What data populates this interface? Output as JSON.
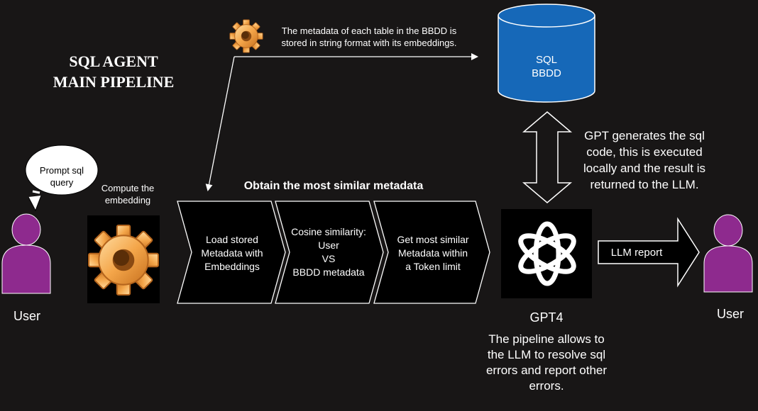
{
  "title": {
    "line1": "SQL AGENT",
    "line2": "MAIN PIPELINE"
  },
  "metadata_note": {
    "line1": "The metadata of each table in the BBDD is",
    "line2": "stored in string format with its  embeddings."
  },
  "database": {
    "line1": "SQL",
    "line2": "BBDD",
    "icon": "database-cylinder-icon",
    "color": "#1668b8"
  },
  "gpt_note": {
    "line1": "GPT generates the sql",
    "line2": "code, this is executed",
    "line3": "locally and the result is",
    "line4": "returned to the LLM."
  },
  "user_left": {
    "bubble_line1": "Prompt sql",
    "bubble_line2": "query",
    "label": "User",
    "icon": "user-icon",
    "color": "#8e2a8e"
  },
  "embedding": {
    "line1": "Compute the",
    "line2": "embedding",
    "icon": "gear-icon"
  },
  "pipeline": {
    "heading": "Obtain the most similar metadata",
    "steps": [
      {
        "lines": [
          "Load stored",
          "Metadata with",
          "Embeddings"
        ]
      },
      {
        "lines": [
          "Cosine similarity:",
          "User",
          "VS",
          "BBDD metadata"
        ]
      },
      {
        "lines": [
          "Get most similar",
          "Metadata within",
          "a Token limit"
        ]
      }
    ]
  },
  "gpt4": {
    "label": "GPT4",
    "icon": "openai-logo-icon"
  },
  "pipeline_note": {
    "line1": "The pipeline allows to",
    "line2": "the LLM to resolve sql",
    "line3": "errors and report other",
    "line4": "errors."
  },
  "llm_report": {
    "label": "LLM report"
  },
  "user_right": {
    "label": "User",
    "icon": "user-icon",
    "color": "#8e2a8e"
  }
}
